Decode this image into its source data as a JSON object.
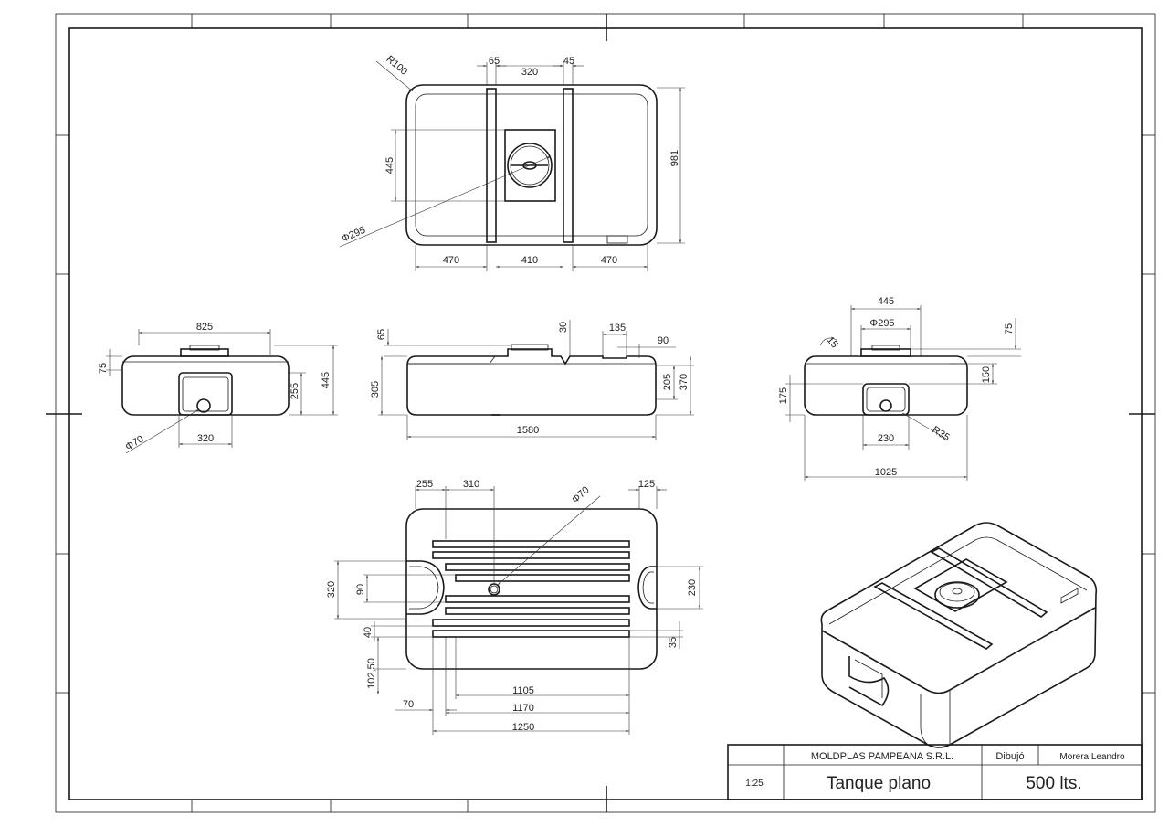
{
  "title_block": {
    "company": "MOLDPLAS PAMPEANA S.R.L.",
    "drawn_label": "Dibujó",
    "drawn_by": "Morera Leandro",
    "scale": "1:25",
    "title": "Tanque plano",
    "capacity": "500 lts."
  },
  "dims": {
    "top": {
      "d65": "65",
      "d320": "320",
      "d45": "45",
      "r100": "R100",
      "d445": "445",
      "d981": "981",
      "phi295": "Φ295",
      "d470a": "470",
      "d410": "410",
      "d470b": "470"
    },
    "side_left": {
      "d825": "825",
      "d75": "75",
      "d255": "255",
      "d445": "445",
      "phi70": "Φ70",
      "d320": "320"
    },
    "front": {
      "d65": "65",
      "d30": "30",
      "d135": "135",
      "d90": "90",
      "d305": "305",
      "d205": "205",
      "d370": "370",
      "d1580": "1580"
    },
    "side_right": {
      "d445": "445",
      "phi295": "Φ295",
      "d75": "75",
      "d15": "15",
      "d150": "150",
      "d175": "175",
      "d230": "230",
      "r35": "R35",
      "d1025": "1025"
    },
    "bottom": {
      "d255": "255",
      "d310": "310",
      "phi70": "Φ70",
      "d125": "125",
      "d320": "320",
      "d90": "90",
      "d230": "230",
      "d40": "40",
      "d35": "35",
      "d10250": "102,50",
      "d70": "70",
      "d1105": "1105",
      "d1170": "1170",
      "d1250": "1250"
    }
  }
}
